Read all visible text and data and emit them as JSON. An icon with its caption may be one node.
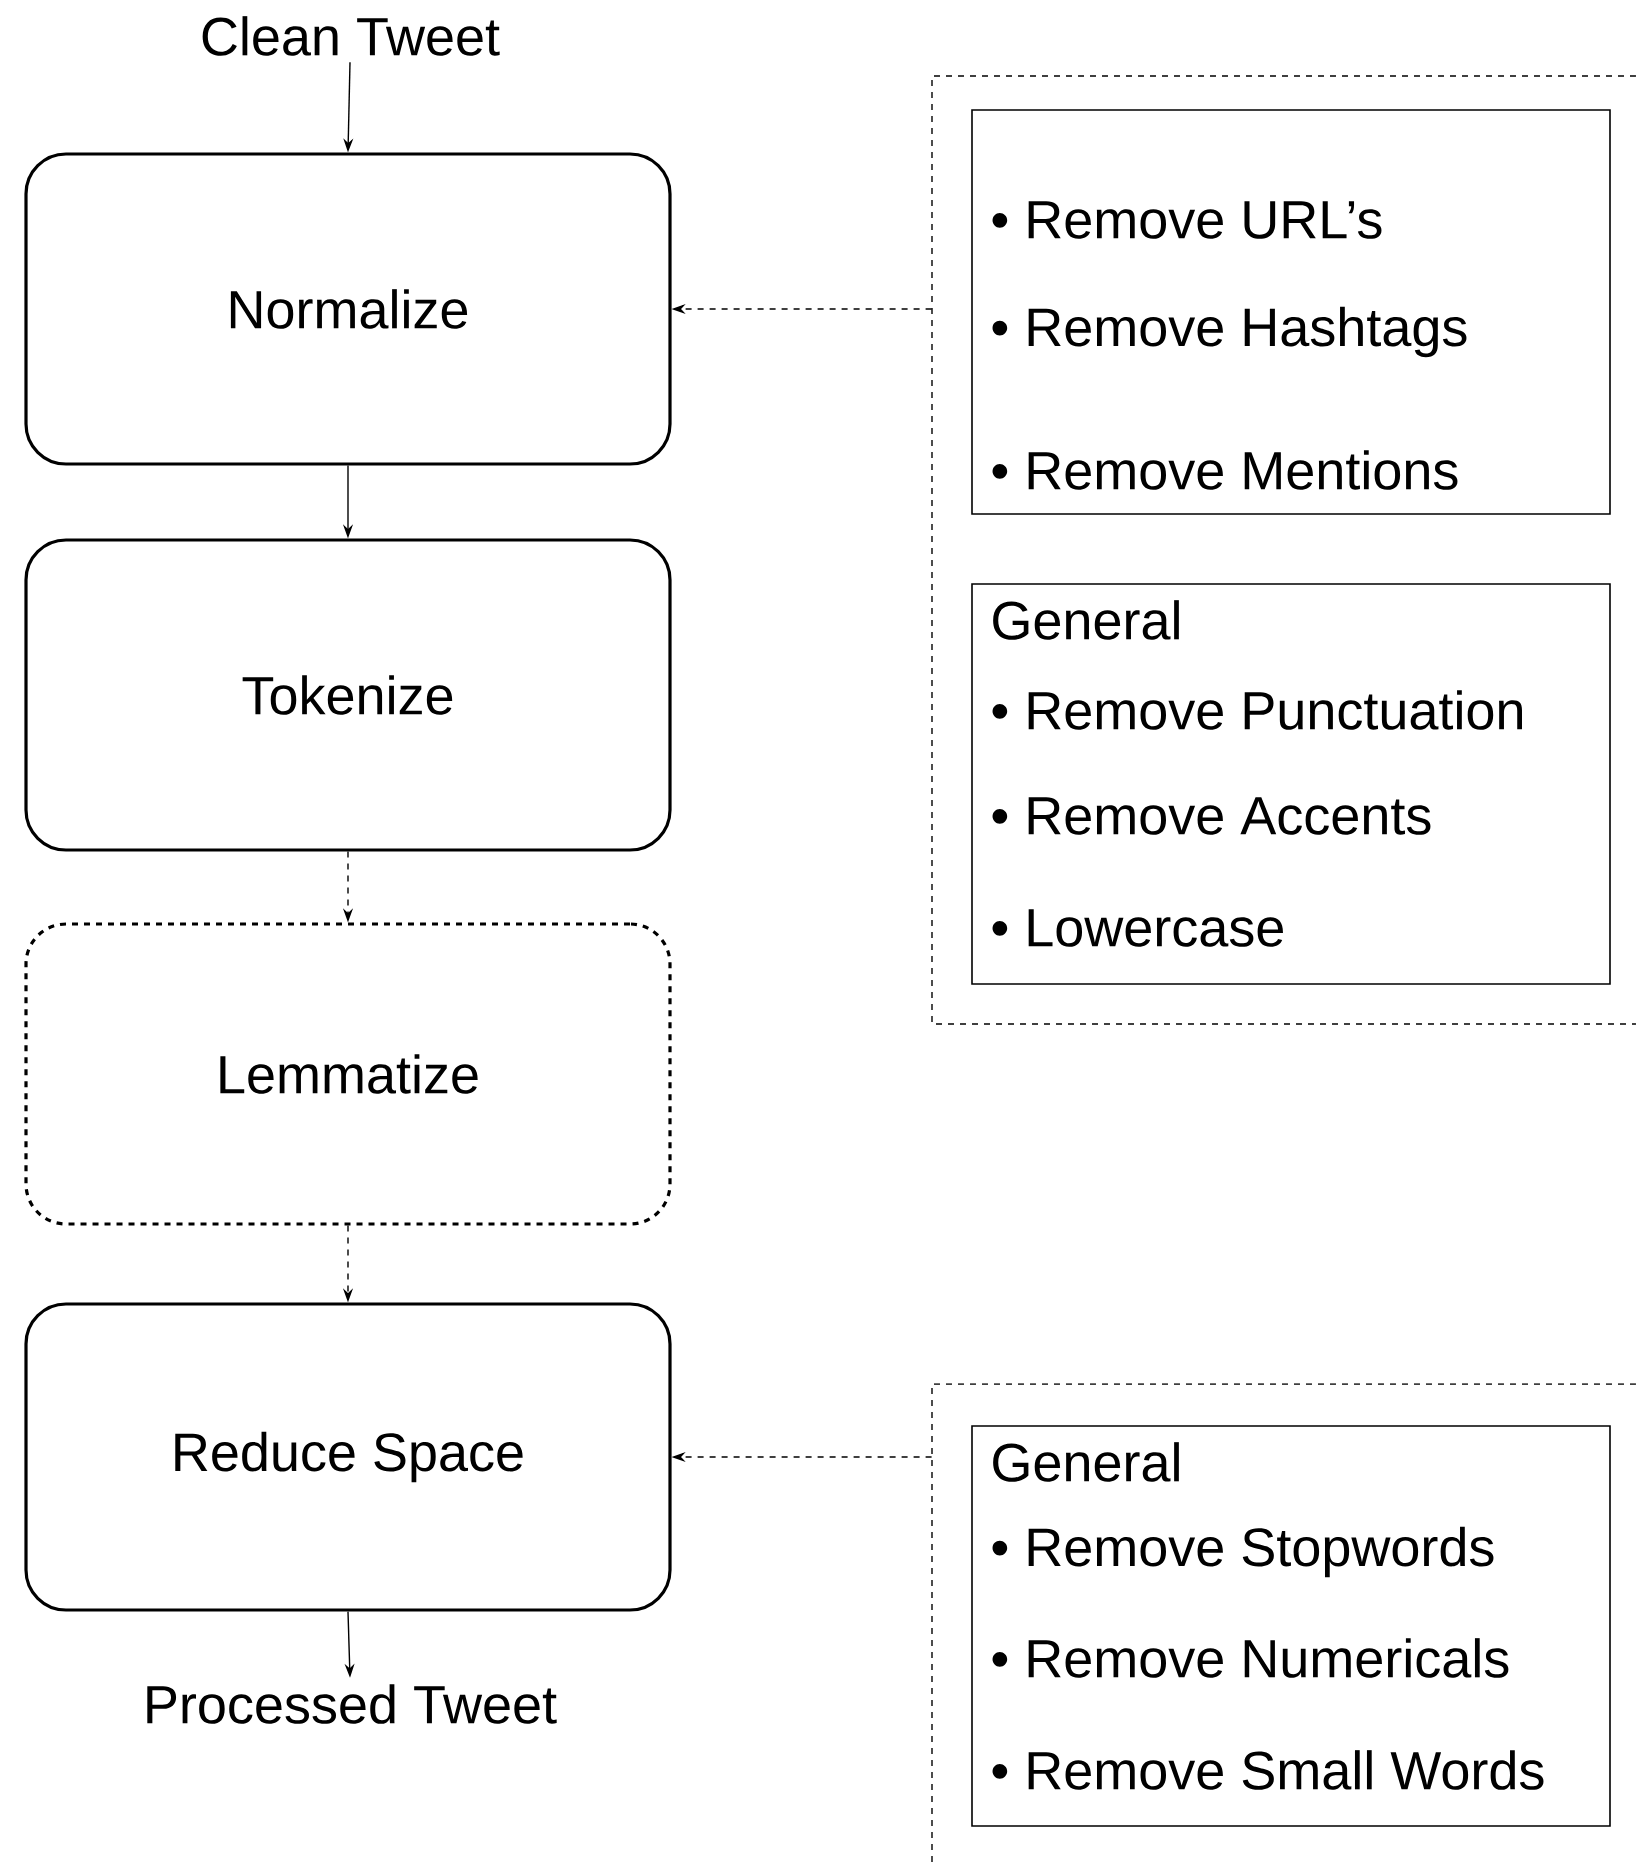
{
  "diagram": {
    "nodes": [
      {
        "text": [
          "Clean Tweet"
        ]
      },
      {
        "text": [
          "Normalize"
        ]
      },
      {
        "text": [
          "Tokenize"
        ]
      },
      {
        "text": [
          "Lemmatize"
        ]
      },
      {
        "text": [
          "Reduce Space"
        ]
      },
      {
        "text": [
          "Processed Tweet"
        ]
      },
      {
        "text": [],
        "shape": "box"
      },
      {
        "text": [
          "• Remove URL’s",
          "• Remove Hashtags",
          "• Remove Mentions"
        ],
        "in": 6
      },
      {
        "text": [
          "General",
          "• Remove Punctuation",
          "• Remove Accents",
          "• Lowercase"
        ],
        "in": 6
      },
      {
        "text": [],
        "shape": "box"
      },
      {
        "text": [
          "General",
          "• Remove Stopwords",
          "• Remove Numericals",
          "• Remove Small Words"
        ],
        "in": 9
      }
    ],
    "edges": [
      {
        "from": 0,
        "to": 1,
        "arrow": "to"
      },
      {
        "from": 1,
        "to": 2,
        "arrow": "to"
      },
      {
        "from": 2,
        "to": 3,
        "arrow": "to",
        "style": "dashed"
      },
      {
        "from": 3,
        "to": 4,
        "arrow": "to",
        "style": "dashed"
      },
      {
        "from": 4,
        "to": 5,
        "arrow": "to"
      },
      {
        "from": 6,
        "to": 1,
        "arrow": "to",
        "style": "dashed"
      },
      {
        "from": 9,
        "to": 4,
        "arrow": "to",
        "style": "dashed"
      }
    ]
  }
}
